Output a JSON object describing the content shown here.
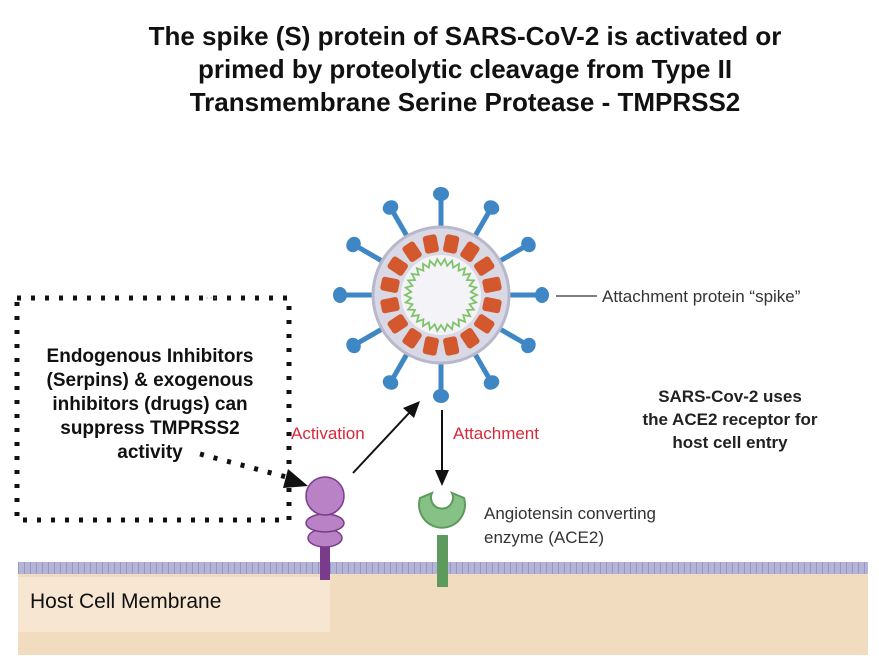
{
  "title": {
    "line1": "The spike (S) protein of SARS-CoV-2 is activated or",
    "line2": "primed by proteolytic cleavage from Type II",
    "line3": "Transmembrane Serine Protease - TMPRSS2"
  },
  "inhibitor_box": {
    "line1": "Endogenous Inhibitors",
    "line2": "(Serpins) & exogenous",
    "line3": "inhibitors (drugs) can",
    "line4": "suppress TMPRSS2",
    "line5": "activity"
  },
  "labels": {
    "spike": "Attachment protein “spike”",
    "activation": "Activation",
    "attachment": "Attachment",
    "ace2_line1": "Angiotensin converting",
    "ace2_line2": "enzyme (ACE2)"
  },
  "note": {
    "line1": "SARS-Cov-2 uses",
    "line2": "the ACE2 receptor for",
    "line3": "host cell entry"
  },
  "membrane": {
    "label": "Host Cell Membrane"
  },
  "colors": {
    "spike": "#3f86c4",
    "membrane_protein": "#d4582e",
    "rna": "#7fc36b",
    "tmprss2": "#a873b8",
    "ace2": "#7cb97c",
    "membrane_band": "#9fa0c8",
    "cell": "#f2dcc0",
    "label_red": "#d9283a"
  }
}
